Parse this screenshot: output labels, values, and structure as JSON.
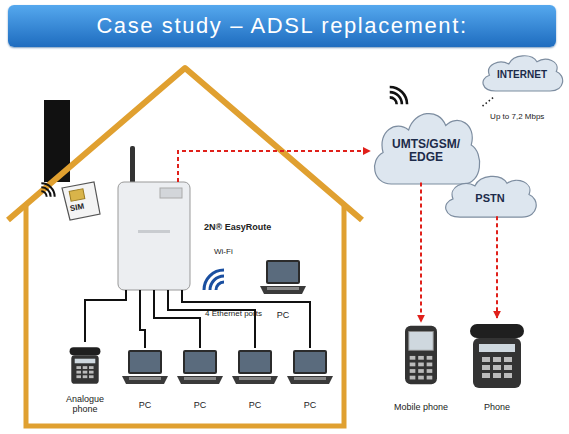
{
  "diagram": {
    "title": "Case study – ADSL replacement:",
    "nodes": [
      {
        "text": [
          "INTERNET"
        ]
      },
      {
        "text": [
          "UMTS/GSM/ EDGE"
        ]
      },
      {
        "text": [
          "PSTN"
        ]
      },
      {
        "text": [
          "2N® EasyRoute"
        ]
      },
      {
        "text": [
          "Mobile phone"
        ]
      },
      {
        "text": [
          "Phone"
        ]
      },
      {
        "text": [
          "Analogue phone"
        ]
      },
      {
        "text": [
          "PC"
        ]
      },
      {
        "text": [
          "PC"
        ]
      },
      {
        "text": [
          "PC"
        ]
      },
      {
        "text": [
          "PC"
        ]
      },
      {
        "text": [
          "PC"
        ]
      }
    ],
    "edges": [
      {
        "from": 3,
        "to": 1,
        "arrow": "to"
      },
      {
        "from": 1,
        "to": 4,
        "arrow": "to"
      },
      {
        "from": 2,
        "to": 5,
        "arrow": "to"
      },
      {
        "from": 1,
        "to": 0,
        "label": "Up to 7,2 Mbps",
        "arrow": "none"
      },
      {
        "from": 3,
        "to": 6,
        "arrow": "none"
      },
      {
        "from": 3,
        "to": 7,
        "arrow": "none"
      },
      {
        "from": 3,
        "to": 8,
        "arrow": "none"
      },
      {
        "from": 3,
        "to": 9,
        "arrow": "none"
      },
      {
        "from": 3,
        "to": 10,
        "arrow": "none"
      }
    ],
    "labels": [
      "SIM",
      "Wi-Fi",
      "4 Ethernet ports"
    ]
  }
}
